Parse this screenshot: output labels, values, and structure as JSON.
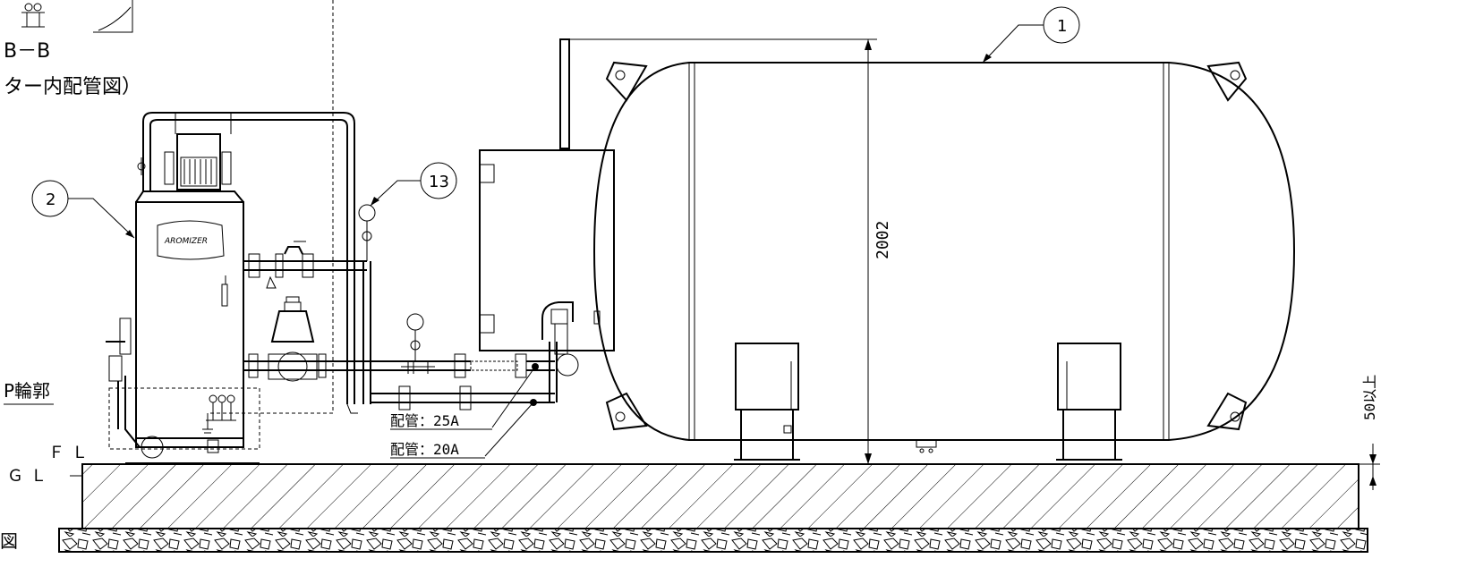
{
  "section_title": "B－B",
  "section_caption": "ター内配管図）",
  "outline_label": "P輪郭",
  "fl_label": "ＦＬ",
  "gl_label": "ＧＬ",
  "dimension_height": "2002",
  "dimension_clearance": "50以上",
  "pipe_labels": [
    "配管：25A",
    "配管：20A"
  ],
  "balloons": [
    "1",
    "2",
    "13"
  ],
  "brand_plate": "AROMIZER",
  "corner_glyph": "図"
}
